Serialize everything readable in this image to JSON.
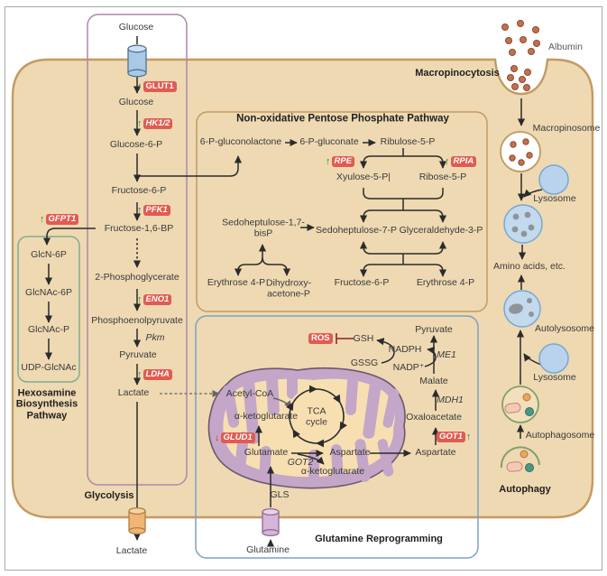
{
  "icons": {
    "up_arrow": "↑",
    "down_arrow": "↓"
  },
  "colors": {
    "cell_fill": "#eed9b2",
    "cell_stroke": "#c49a62",
    "enzyme_badge": "#e15b50",
    "upregulated_arrow": "#2e8b3c",
    "downregulated_arrow": "#c84040",
    "glycolysis_box": "#ae87ae",
    "hexosamine_box": "#7fae92",
    "ppp_box": "#c49a62",
    "glutamine_box": "#7aa2c6",
    "mitochondrion_fill": "#c4a6c8",
    "matrix_fill": "#f8dfb2",
    "lysosome_fill": "#bdd5ec",
    "albumin_dot": "#c0714f",
    "inhibition_line": "#9c3a3a"
  },
  "glycolysis": {
    "title": "Glycolysis",
    "glucose_extracellular": "Glucose",
    "glucose": "Glucose",
    "glucose_6_p": "Glucose-6-P",
    "fructose_6_p": "Fructose-6-P",
    "fructose_16_bp": "Fructose-1,6-BP",
    "phosphoglycerate_2": "2-Phosphoglycerate",
    "pep": "Phosphoenolpyruvate",
    "pkm": "Pkm",
    "pyruvate": "Pyruvate",
    "lactate": "Lactate",
    "lactate_extracellular": "Lactate",
    "enzymes": {
      "glut1": "GLUT1",
      "hk12": "HK1/2",
      "pfk1": "PFK1",
      "eno1": "ENO1",
      "ldha": "LDHA"
    }
  },
  "hexosamine": {
    "title": "Hexosamine Biosynthesis Pathway",
    "gfpt1": "GFPT1",
    "metabolites": [
      "GlcN-6P",
      "GlcNAc-6P",
      "GlcNAc-P",
      "UDP-GlcNAc"
    ]
  },
  "ppp": {
    "title": "Non-oxidative Pentose Phosphate Pathway",
    "gluconolactone": "6-P-gluconolactone",
    "gluconate": "6-P-gluconate",
    "ribulose_5_p": "Ribulose-5-P",
    "xylulose_5_p": "Xyulose-5-P|",
    "ribose_5_p": "Ribose-5-P",
    "sedoheptulose_17_bisp": "Sedoheptulose-1,7-bisP",
    "sedoheptulose_7_p": "Sedoheptulose-7-P",
    "glyceraldehyde_3_p": "Glyceraldehyde-3-P",
    "erythrose_4_p_left": "Erythrose 4-P",
    "dihydroxyacetone_p": "Dihydroxy-acetone-P",
    "fructose_6_p": "Fructose-6-P",
    "erythrose_4_p_right": "Erythrose 4-P",
    "enzymes": {
      "rpe": "RPE",
      "rpia": "RPIA"
    }
  },
  "glutamine": {
    "title": "Glutamine Reprogramming",
    "ros": "ROS",
    "gsh": "GSH",
    "gssg": "GSSG",
    "nadph": "NADPH",
    "nadp": "NADP⁺",
    "me1": "ME1",
    "pyruvate": "Pyruvate",
    "malate": "Malate",
    "mdh1": "MDH1",
    "oxaloacetate": "Oxaloacetate",
    "aspartate_cytosol": "Aspartate",
    "acetyl_coa": "Acetyl-CoA",
    "alpha_ketoglutarate": "α-ketoglutarate",
    "tca_cycle": "TCA cycle",
    "glutamate": "Glutamate",
    "got2": "GOT2",
    "aspartate_mito": "Aspartate",
    "alpha_ketoglutarate_2": "α-ketoglutarate",
    "gls": "GLS",
    "glutamine": "Glutamine",
    "enzymes": {
      "glud1": "GLUD1",
      "got1": "GOT1"
    }
  },
  "right_column": {
    "albumin": "Albumin",
    "macropinocytosis": "Macropinocytosis",
    "macropinosome": "Macropinosome",
    "lysosome_upper": "Lysosome",
    "amino_acids": "Amino acids, etc.",
    "autolysosome": "Autolysosome",
    "lysosome_lower": "Lysosome",
    "autophagosome": "Autophagosome",
    "autophagy": "Autophagy"
  }
}
